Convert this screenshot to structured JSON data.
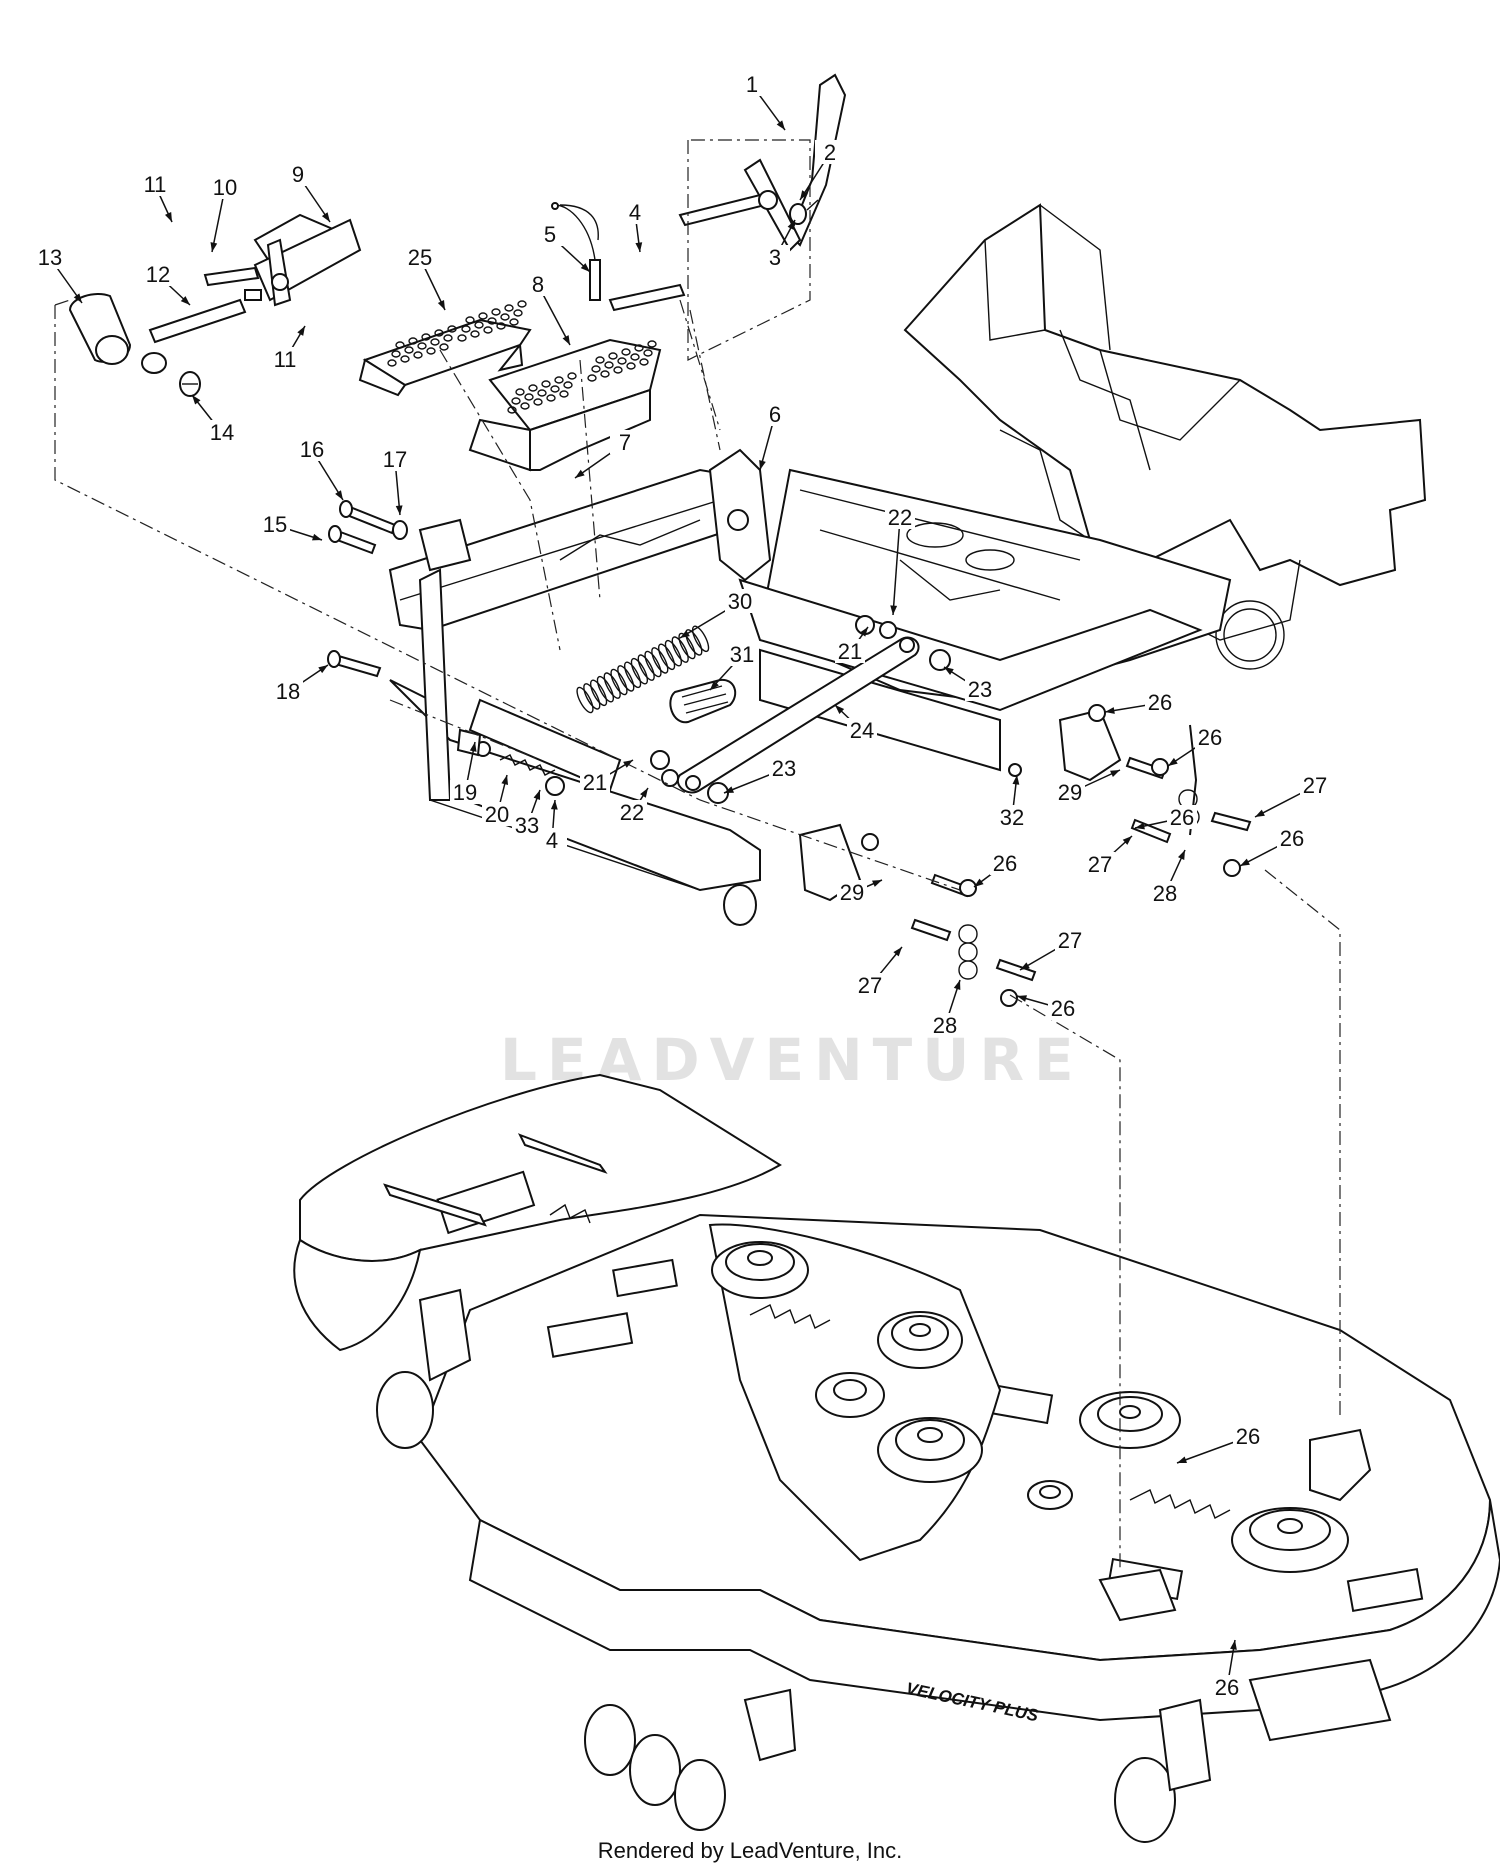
{
  "footer": "Rendered by LeadVenture, Inc.",
  "watermark": "LEADVENTURE",
  "deck_logo": "VELOCITY PLUS",
  "callouts": [
    {
      "id": "1",
      "label": "1"
    },
    {
      "id": "2",
      "label": "2"
    },
    {
      "id": "3",
      "label": "3"
    },
    {
      "id": "4a",
      "label": "4"
    },
    {
      "id": "4b",
      "label": "4"
    },
    {
      "id": "5",
      "label": "5"
    },
    {
      "id": "6",
      "label": "6"
    },
    {
      "id": "7",
      "label": "7"
    },
    {
      "id": "8",
      "label": "8"
    },
    {
      "id": "9",
      "label": "9"
    },
    {
      "id": "10",
      "label": "10"
    },
    {
      "id": "11a",
      "label": "11"
    },
    {
      "id": "11b",
      "label": "11"
    },
    {
      "id": "12",
      "label": "12"
    },
    {
      "id": "13",
      "label": "13"
    },
    {
      "id": "14",
      "label": "14"
    },
    {
      "id": "15",
      "label": "15"
    },
    {
      "id": "16",
      "label": "16"
    },
    {
      "id": "17",
      "label": "17"
    },
    {
      "id": "18",
      "label": "18"
    },
    {
      "id": "19",
      "label": "19"
    },
    {
      "id": "20",
      "label": "20"
    },
    {
      "id": "21a",
      "label": "21"
    },
    {
      "id": "21b",
      "label": "21"
    },
    {
      "id": "22a",
      "label": "22"
    },
    {
      "id": "22b",
      "label": "22"
    },
    {
      "id": "23a",
      "label": "23"
    },
    {
      "id": "23b",
      "label": "23"
    },
    {
      "id": "24",
      "label": "24"
    },
    {
      "id": "25",
      "label": "25"
    },
    {
      "id": "26a",
      "label": "26"
    },
    {
      "id": "26b",
      "label": "26"
    },
    {
      "id": "26c",
      "label": "26"
    },
    {
      "id": "26d",
      "label": "26"
    },
    {
      "id": "26e",
      "label": "26"
    },
    {
      "id": "26f",
      "label": "26"
    },
    {
      "id": "26g",
      "label": "26"
    },
    {
      "id": "26h",
      "label": "26"
    },
    {
      "id": "27a",
      "label": "27"
    },
    {
      "id": "27b",
      "label": "27"
    },
    {
      "id": "27c",
      "label": "27"
    },
    {
      "id": "27d",
      "label": "27"
    },
    {
      "id": "28a",
      "label": "28"
    },
    {
      "id": "28b",
      "label": "28"
    },
    {
      "id": "29a",
      "label": "29"
    },
    {
      "id": "29b",
      "label": "29"
    },
    {
      "id": "30",
      "label": "30"
    },
    {
      "id": "31",
      "label": "31"
    },
    {
      "id": "32",
      "label": "32"
    },
    {
      "id": "33",
      "label": "33"
    }
  ]
}
